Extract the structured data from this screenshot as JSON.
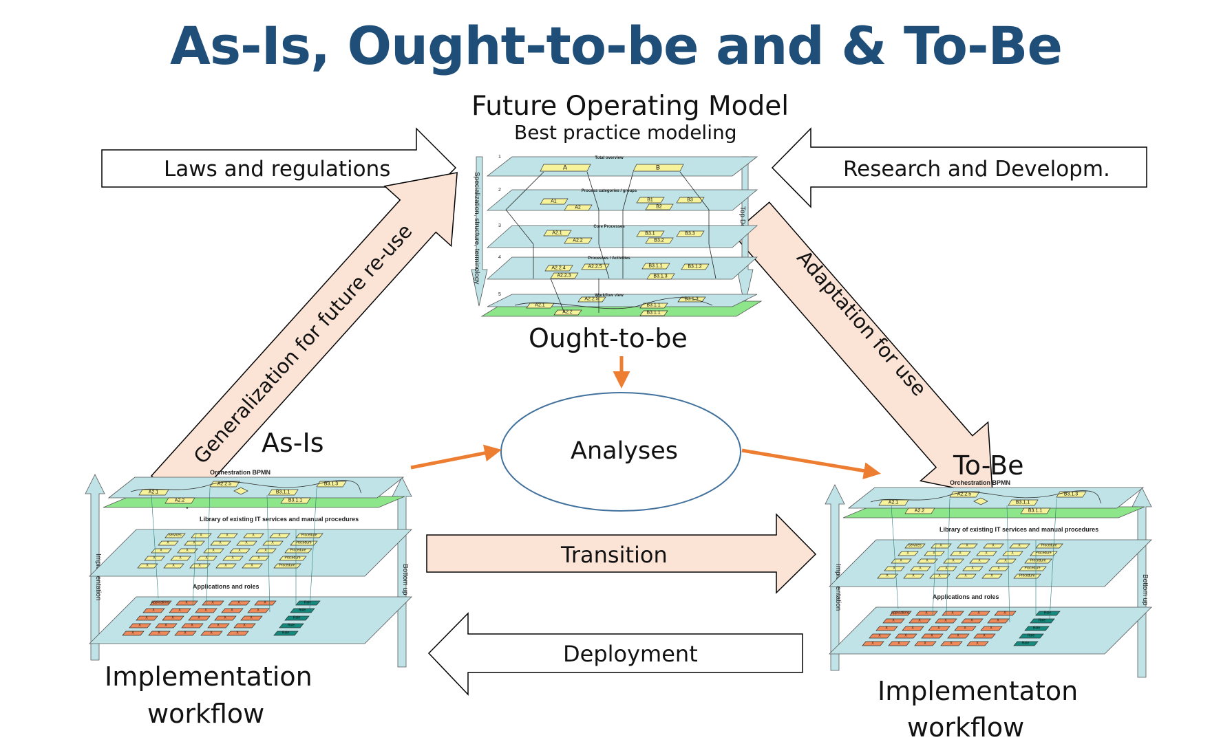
{
  "title": "As-Is, Ought-to-be and & To-Be",
  "future_model": {
    "heading": "Future Operating Model",
    "subheading": "Best practice modeling",
    "caption": "Ought-to-be",
    "side_left": "Specialization, structure, terminology",
    "side_right": "Top Down",
    "layers": [
      {
        "num": "1",
        "label": "Total overview"
      },
      {
        "num": "2",
        "label": "Process categories / groups"
      },
      {
        "num": "3",
        "label": "Core Processes"
      },
      {
        "num": "4",
        "label": "Processes / Activities"
      },
      {
        "num": "5",
        "label": "Workflow view"
      }
    ],
    "nodes": {
      "l1": [
        "A",
        "B"
      ],
      "l2": [
        "A1",
        "A2",
        "B1",
        "B2",
        "B3"
      ],
      "l3": [
        "A2.1",
        "A2.2",
        "B3.1",
        "B3.2",
        "B3.3"
      ],
      "l4": [
        "A2.2.4",
        "A2.2.5",
        "A2.2.3",
        "B3.1.1",
        "B3.1.2",
        "B3.1.3"
      ],
      "l5": [
        "A2.1",
        "A2.2.5",
        "A2.2",
        "B3.1.1",
        "B3.1.3",
        "B3.1.1"
      ]
    }
  },
  "arrows": {
    "laws": "Laws and regulations",
    "research": "Research and  Developm.",
    "generalization": "Generalization for future re-use",
    "adaptation": "Adaptation for use",
    "transition": "Transition",
    "deployment": "Deployment"
  },
  "analyses": "Analyses",
  "as_is": {
    "label": "As-Is",
    "caption_line1": "Implementation",
    "caption_line2": "workflow"
  },
  "to_be": {
    "label": "To-Be",
    "caption_line1": "Implementaton",
    "caption_line2": "workflow"
  },
  "stack": {
    "orchestration": "Orchestration BPMN",
    "library": "Library of existing IT services and manual procedures",
    "apps": "Applications and roles",
    "left_axis": "Implementation",
    "right_axis": "Bottom up",
    "orch_nodes": [
      "A2.1",
      "A2.2.5",
      "A2.2",
      "B3.1.1",
      "B3.1.3",
      "B3.1.1"
    ],
    "services_label": "Services",
    "procedure_label": "Procedure",
    "x_mark": "X",
    "applications_label": "Applications",
    "role_label": "Role"
  },
  "colors": {
    "title": "#1f4e79",
    "arrow_fill_peach": "#fbe3d6",
    "orange": "#ed7d31",
    "plane": "#bfe3e6",
    "green_plane": "#8ee68a",
    "node_yellow": "#f7f39b",
    "app_orange": "#f08a5a",
    "role_teal": "#138a7d",
    "ellipse_stroke": "#41719c"
  }
}
